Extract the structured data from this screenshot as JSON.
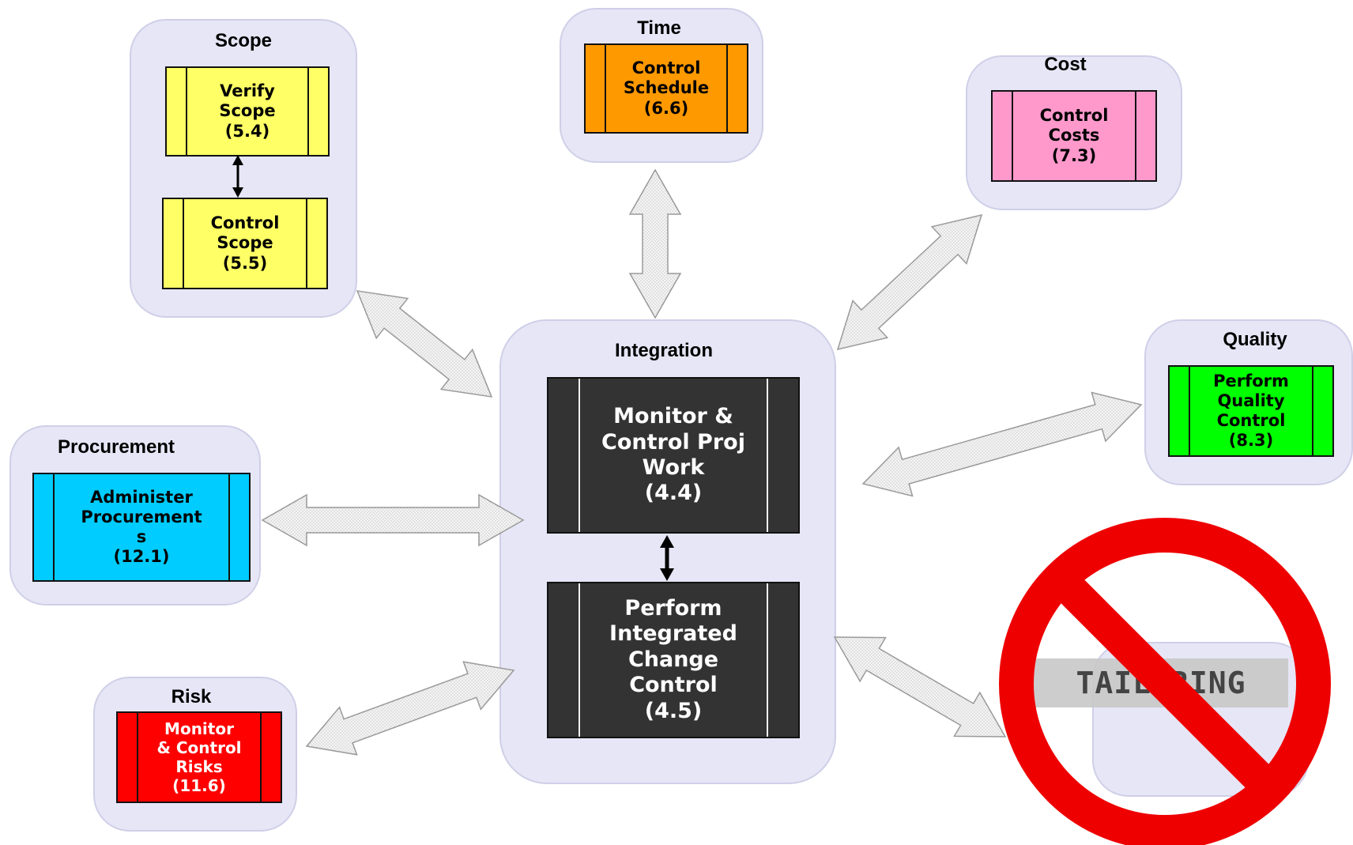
{
  "groups": {
    "scope": "Scope",
    "time": "Time",
    "cost": "Cost",
    "quality": "Quality",
    "integration": "Integration",
    "procurement": "Procurement",
    "risk": "Risk"
  },
  "processes": {
    "verify_scope": "Verify\nScope\n(5.4)",
    "control_scope": "Control\nScope\n(5.5)",
    "control_schedule": "Control\nSchedule\n(6.6)",
    "control_costs": "Control\nCosts\n(7.3)",
    "perform_quality_control": "Perform\nQuality\nControl\n(8.3)",
    "monitor_control_proj_work": "Monitor &\nControl Proj\nWork\n(4.4)",
    "perform_integrated_change_control": "Perform\nIntegrated\nChange\nControl\n(4.5)",
    "administer_procurements": "Administer\nProcurement\ns\n(12.1)",
    "monitor_control_risks": "Monitor\n& Control\nRisks\n(11.6)"
  },
  "tailoring": "TAILORING",
  "colors": {
    "group_fill": "#e6e6f6",
    "scope_yellow": "#ffff66",
    "time_orange": "#ff9900",
    "cost_pink": "#ff99cc",
    "quality_green": "#00ff00",
    "procurement_cyan": "#00ccff",
    "risk_red": "#ff0000",
    "integration_dark": "#333333",
    "prohibition_red": "#ee0000"
  }
}
